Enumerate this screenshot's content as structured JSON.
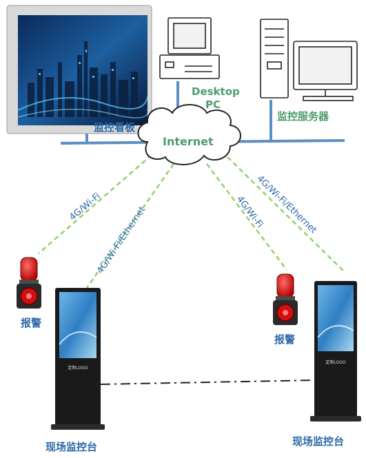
{
  "nodes": {
    "dashboard": {
      "label": "监控看板"
    },
    "desktop": {
      "label_line1": "Desktop",
      "label_line2": "PC"
    },
    "server": {
      "label": "监控服务器"
    },
    "cloud": {
      "label": "Internet"
    },
    "alarm_left": {
      "label": "报警"
    },
    "alarm_right": {
      "label": "报警"
    },
    "kiosk_left": {
      "label": "现场监控台",
      "screen_logo": "定制LOGO"
    },
    "kiosk_right": {
      "label": "现场监控台",
      "screen_logo": "定制LOGO"
    }
  },
  "links": {
    "alarm_left": "4G/Wi-Fi",
    "kiosk_left": "4G/Wi-Fi/Ethernet",
    "alarm_right": "4G/Wi-Fi",
    "kiosk_right": "4G/Wi-Fi/Ethernet"
  },
  "colors": {
    "network_line": "#5b8ec3",
    "wireless_link": "#8fd16a",
    "label_blue": "#2b68a6",
    "label_green": "#4e9c6e"
  }
}
